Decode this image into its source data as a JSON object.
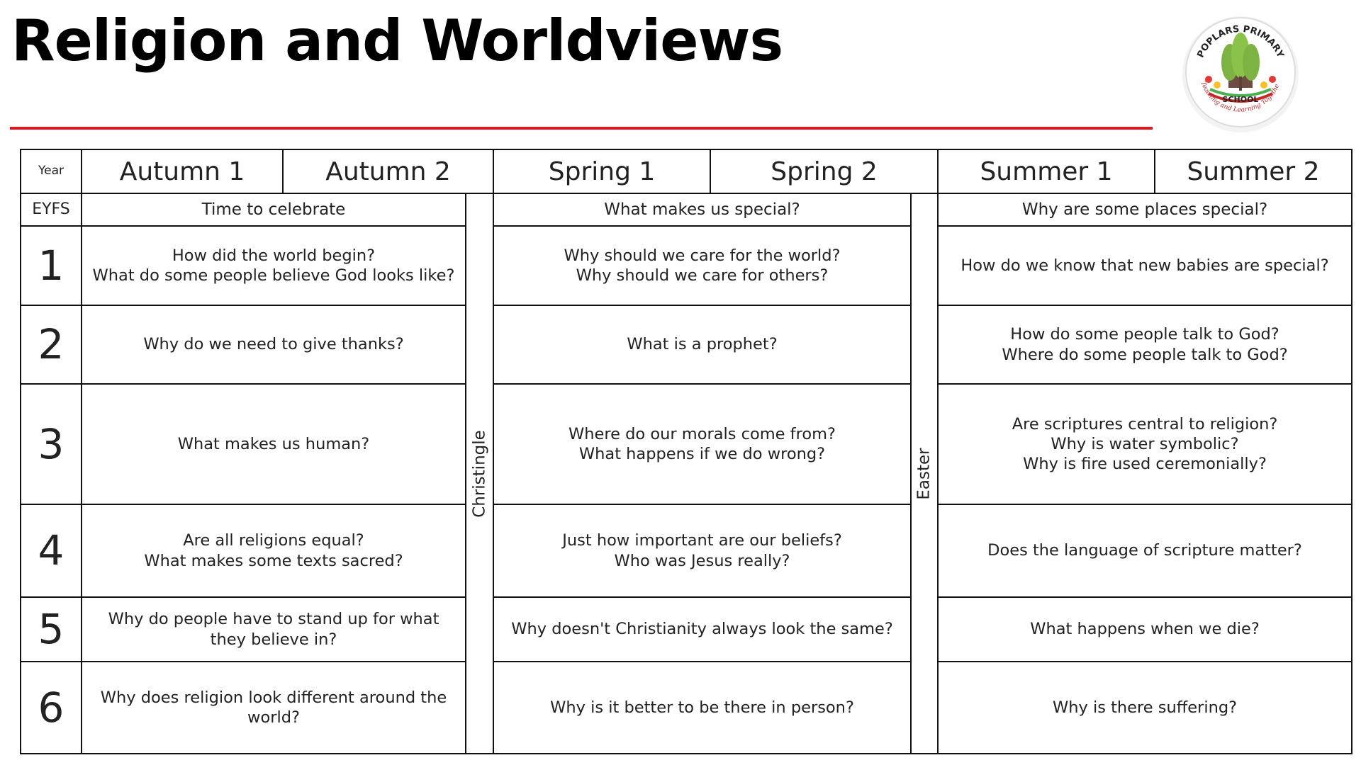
{
  "page": {
    "title": "Religion and Worldviews",
    "accent_color": "#e3161b"
  },
  "logo": {
    "name": "school-crest",
    "top_text": "POPLARS PRIMARY",
    "mid_text": "SCHOOL",
    "motto": "Teaching and Learning Together"
  },
  "table": {
    "header": {
      "year_label": "Year",
      "terms": [
        "Autumn 1",
        "Autumn 2",
        "Spring 1",
        "Spring 2",
        "Summer 1",
        "Summer 2"
      ]
    },
    "dividers": {
      "autumn": "Christingle",
      "spring": "Easter"
    },
    "rows": [
      {
        "year": "EYFS",
        "autumn": [
          "Time to celebrate"
        ],
        "spring": [
          "What makes us special?"
        ],
        "summer": [
          "Why are some places special?"
        ]
      },
      {
        "year": "1",
        "autumn": [
          "How did the world begin?",
          "What do some people believe God looks like?"
        ],
        "spring": [
          "Why should we care for the world?",
          "Why should we care for others?"
        ],
        "summer": [
          "How do we know that new babies are special?"
        ]
      },
      {
        "year": "2",
        "autumn": [
          "Why do we need to give thanks?"
        ],
        "spring": [
          "What is a prophet?"
        ],
        "summer": [
          "How do some people talk to God?",
          "Where do some people talk to God?"
        ]
      },
      {
        "year": "3",
        "autumn": [
          "What makes us human?"
        ],
        "spring": [
          "Where do our morals come from?",
          "What happens if we do wrong?"
        ],
        "summer": [
          "Are scriptures central to religion?",
          "Why is water symbolic?",
          "Why is fire used ceremonially?"
        ]
      },
      {
        "year": "4",
        "autumn": [
          "Are all religions equal?",
          "What makes some texts sacred?"
        ],
        "spring": [
          "Just how important are our beliefs?",
          "Who was Jesus really?"
        ],
        "summer": [
          "Does the language of scripture matter?"
        ]
      },
      {
        "year": "5",
        "autumn": [
          "Why do people have to stand up for what they believe in?"
        ],
        "spring": [
          "Why doesn't Christianity always look the same?"
        ],
        "summer": [
          "What happens when we die?"
        ]
      },
      {
        "year": "6",
        "autumn": [
          "Why does religion look different around the world?"
        ],
        "spring": [
          "Why is it better to be there in person?"
        ],
        "summer": [
          "Why is there suffering?"
        ]
      }
    ]
  }
}
